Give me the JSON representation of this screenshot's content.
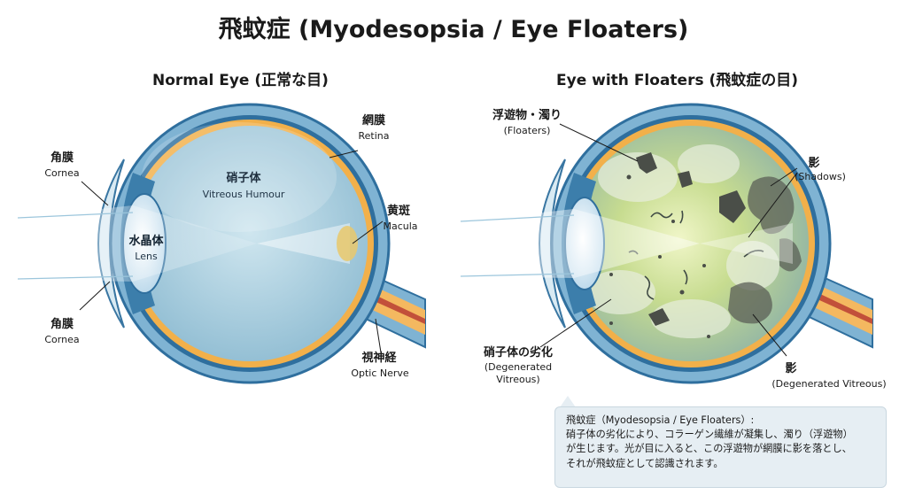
{
  "title": "飛蚊症 (Myodesopsia / Eye Floaters)",
  "normal_eye": {
    "heading": "Normal Eye (正常な目)",
    "labels": {
      "retina_jp": "網膜",
      "retina_en": "Retina",
      "cornea_top_jp": "角膜",
      "cornea_top_en": "Cornea",
      "vitreous_jp": "硝子体",
      "vitreous_en": "Vitreous Humour",
      "macula_jp": "黄斑",
      "macula_en": "Macula",
      "lens_jp": "水晶体",
      "lens_en": "Lens",
      "cornea_bottom_jp": "角膜",
      "cornea_bottom_en": "Cornea",
      "optic_jp": "視神経",
      "optic_en": "Optic Nerve"
    }
  },
  "floater_eye": {
    "heading": "Eye with Floaters (飛蚊症の目)",
    "labels": {
      "floaters_jp": "浮遊物・濁り",
      "floaters_en": "(Floaters)",
      "shadows_top_jp": "影",
      "shadows_top_en": "(Shadows)",
      "degenerated_jp": "硝子体の劣化",
      "degenerated_en1": "(Degenerated",
      "degenerated_en2": "Vitreous)",
      "shadows_bottom_jp": "影",
      "shadows_bottom_en": "(Degenerated Vitreous)"
    }
  },
  "note": {
    "line1": "飛蚊症（Myodesopsia / Eye Floaters）:",
    "line2": "硝子体の劣化により、コラーゲン繊維が凝集し、濁り（浮遊物）",
    "line3": "が生じます。光が目に入ると、この浮遊物が網膜に影を落とし、",
    "line4": "それが飛蚊症として認識されます。"
  },
  "colors": {
    "sclera": "#2f6f9e",
    "retina": "#f2b04a",
    "vitreous": "#a9cfe0",
    "cloudy": "#c4d98f",
    "floater": "#4a4e48"
  }
}
